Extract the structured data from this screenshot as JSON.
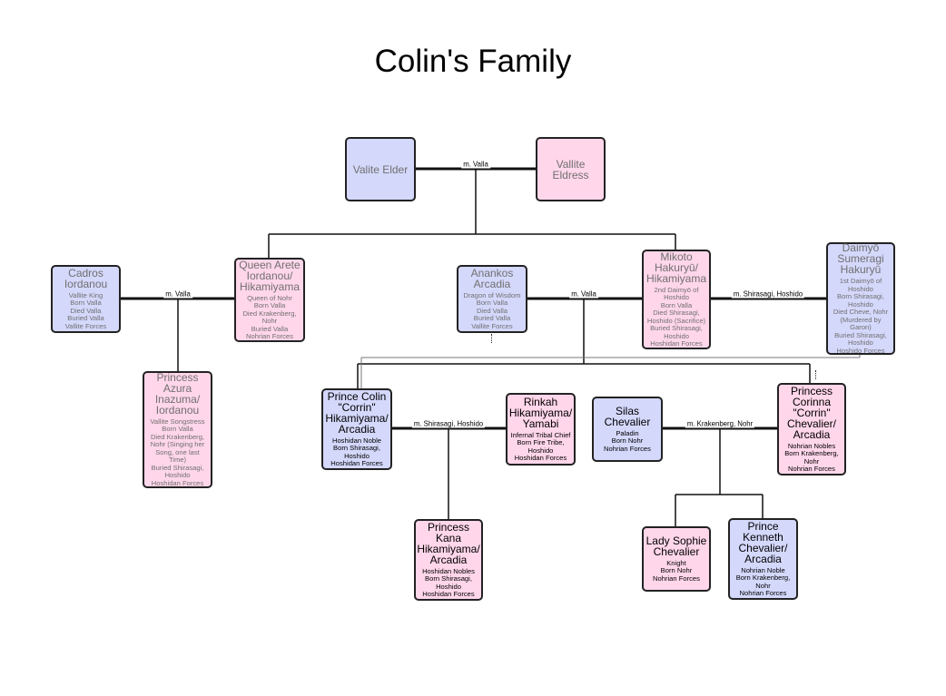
{
  "title": "Colin's Family",
  "people": {
    "valite_elder": {
      "name": "Valite Elder",
      "details": ""
    },
    "vallite_eldress": {
      "name": "Vallite\nEldress",
      "details": ""
    },
    "cadros": {
      "name": "Cadros\nIordanou",
      "details": "Vallite King\nBorn Valla\nDied Valla\nBuried Valla\nVallite Forces"
    },
    "arete": {
      "name": "Queen Arete\nIordanou/\nHikamiyama",
      "details": "Queen of Nohr\nBorn Valla\nDied Krakenberg,\nNohr\nBuried Valla\nNohrian Forces"
    },
    "anankos": {
      "name": "Anankos\nArcadia",
      "details": "Dragon of Wisdom\nBorn Valla\nDied Valla\nBuried Valla\nVallite Forces"
    },
    "mikoto": {
      "name": "Mikoto\nHakuryū/\nHikamiyama",
      "details": "2nd Daimyō of\nHoshido\nBorn Valla\nDied Shirasagi,\nHoshido (Sacrifice)\nBuried Shirasagi,\nHoshido\nHoshidan Forces"
    },
    "sumeragi": {
      "name": "Daimyō\nSumeragi\nHakuryū",
      "details": "1st Daimyō of\nHoshido\nBorn Shirasagi,\nHoshido\nDied Cheve, Nohr\n(Murdered by\nGaron)\nBuried Shirasagi,\nHoshido\nHoshido Forces"
    },
    "azura": {
      "name": "Princess\nAzura\nInazuma/\nIordanou",
      "details": "Vallite Songstress\nBorn Valla\nDied Krakenberg,\nNohr (Singing her\nSong, one last\nTime)\nBuried Shirasagi,\nHoshido\nHoshidan Forces"
    },
    "colin": {
      "name": "Prince Colin\n\"Corrin\"\nHikamiyama/\nArcadia",
      "details": "Hoshidan Noble\nBorn Shirasagi,\nHoshido\nHoshidan Forces"
    },
    "rinkah": {
      "name": "Rinkah\nHikamiyama/\nYamabi",
      "details": "Infernal Tribal Chief\nBorn Fire Tribe,\nHoshido\nHoshidan Forces"
    },
    "silas": {
      "name": "Silas\nChevalier",
      "details": "Paladin\nBorn Nohr\nNohrian Forces"
    },
    "corinna": {
      "name": "Princess\nCorinna\n\"Corrin\"\nChevalier/\nArcadia",
      "details": "Nohrian Nobles\nBorn Krakenberg,\nNohr\nNohrian Forces"
    },
    "kana": {
      "name": "Princess\nKana\nHikamiyama/\nArcadia",
      "details": "Hoshidan Nobles\nBorn Shirasagi,\nHoshido\nHoshidan Forces"
    },
    "sophie": {
      "name": "Lady Sophie\nChevalier",
      "details": "Knight\nBorn Nohr\nNohrian Forces"
    },
    "kenneth": {
      "name": "Prince\nKenneth\nChevalier/\nArcadia",
      "details": "Nohrian Noble\nBorn Krakenberg,\nNohr\nNohrian Forces"
    }
  },
  "marriages": {
    "elders": "m. Valla",
    "cadros_arete": "m. Valla",
    "anankos_mikoto": "m. Valla",
    "mikoto_sumeragi": "m. Shirasagi, Hoshido",
    "colin_rinkah": "m. Shirasagi, Hoshido",
    "silas_corinna": "m. Krakenberg, Nohr"
  },
  "colors": {
    "female": "#ffd6ea",
    "male": "#d4d8fb",
    "line": "#111111"
  }
}
